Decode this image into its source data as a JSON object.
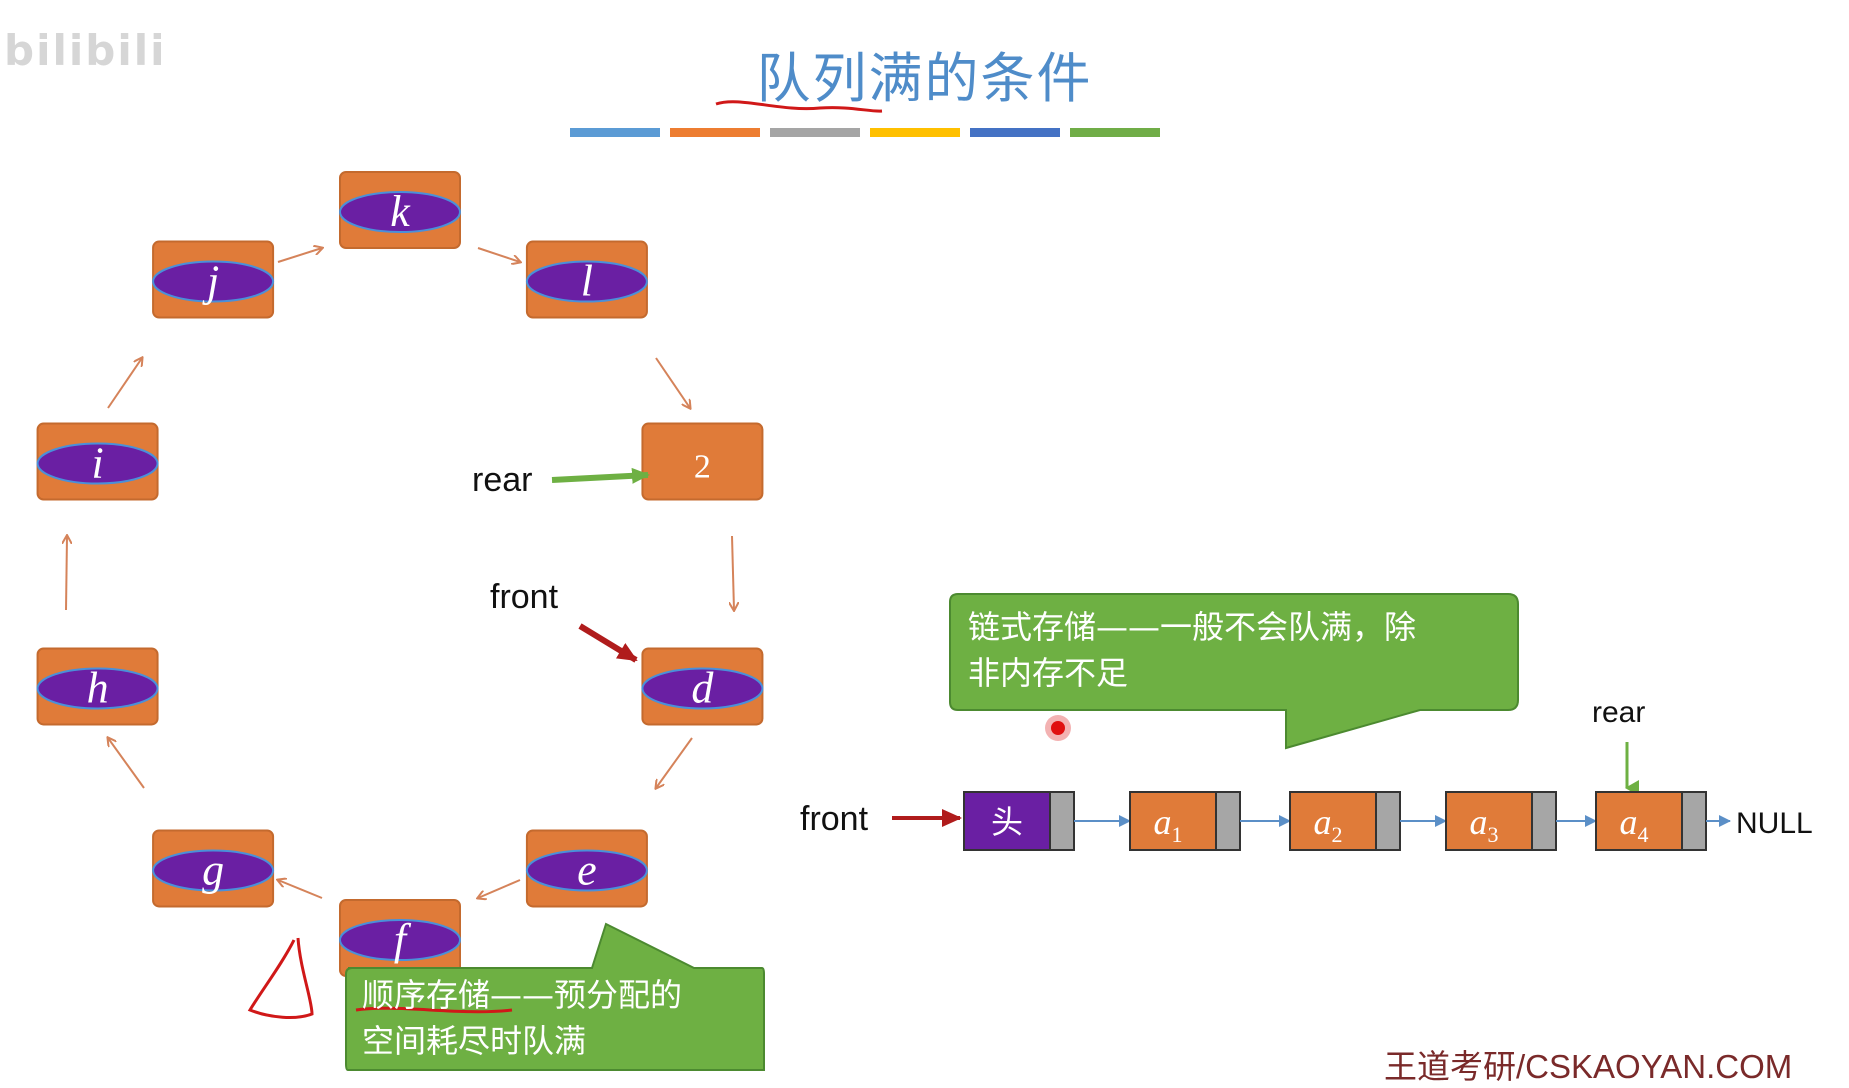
{
  "title": "队列满的条件",
  "watermark_top_left": "bilibili",
  "watermark_bottom_right": "王道考研/CSKAOYAN.COM",
  "colors": {
    "title": "#4f8cc9",
    "node_orange": "#e07b39",
    "node_ellipse": "#6a1fa3",
    "head_purple": "#6a1fa3",
    "pointer_gray": "#a6a6a6",
    "callout_green": "#6eb043",
    "rear_arrow": "#6eb043",
    "front_arrow": "#b01c1c",
    "ring_arrow": "#d5835a",
    "link_arrow": "#5b8fc7",
    "annotation": "#d01818"
  },
  "color_bar": [
    "#5b9bd5",
    "#ed7d31",
    "#a5a5a5",
    "#ffc000",
    "#4472c4",
    "#70ad47"
  ],
  "circular_queue": {
    "nodes": [
      {
        "id": "k",
        "label": "k",
        "elliptical": true
      },
      {
        "id": "l",
        "label": "l",
        "elliptical": true
      },
      {
        "id": "2",
        "label": "2",
        "elliptical": false
      },
      {
        "id": "d",
        "label": "d",
        "elliptical": true
      },
      {
        "id": "e",
        "label": "e",
        "elliptical": true
      },
      {
        "id": "f",
        "label": "f",
        "elliptical": true
      },
      {
        "id": "g",
        "label": "g",
        "elliptical": true
      },
      {
        "id": "h",
        "label": "h",
        "elliptical": true
      },
      {
        "id": "i",
        "label": "i",
        "elliptical": true
      },
      {
        "id": "j",
        "label": "j",
        "elliptical": true
      }
    ],
    "rear_label": "rear",
    "front_label": "front"
  },
  "seq_callout": {
    "line1": "顺序存储——预分配的",
    "line2": "空间耗尽时队满"
  },
  "linked_callout": {
    "line1": "链式存储——一般不会队满，除",
    "line2": "非内存不足"
  },
  "linked_list": {
    "front_label": "front",
    "rear_label": "rear",
    "head_label": "头",
    "nodes": [
      {
        "base": "a",
        "sub": "1"
      },
      {
        "base": "a",
        "sub": "2"
      },
      {
        "base": "a",
        "sub": "3"
      },
      {
        "base": "a",
        "sub": "4"
      }
    ],
    "null_label": "NULL"
  }
}
